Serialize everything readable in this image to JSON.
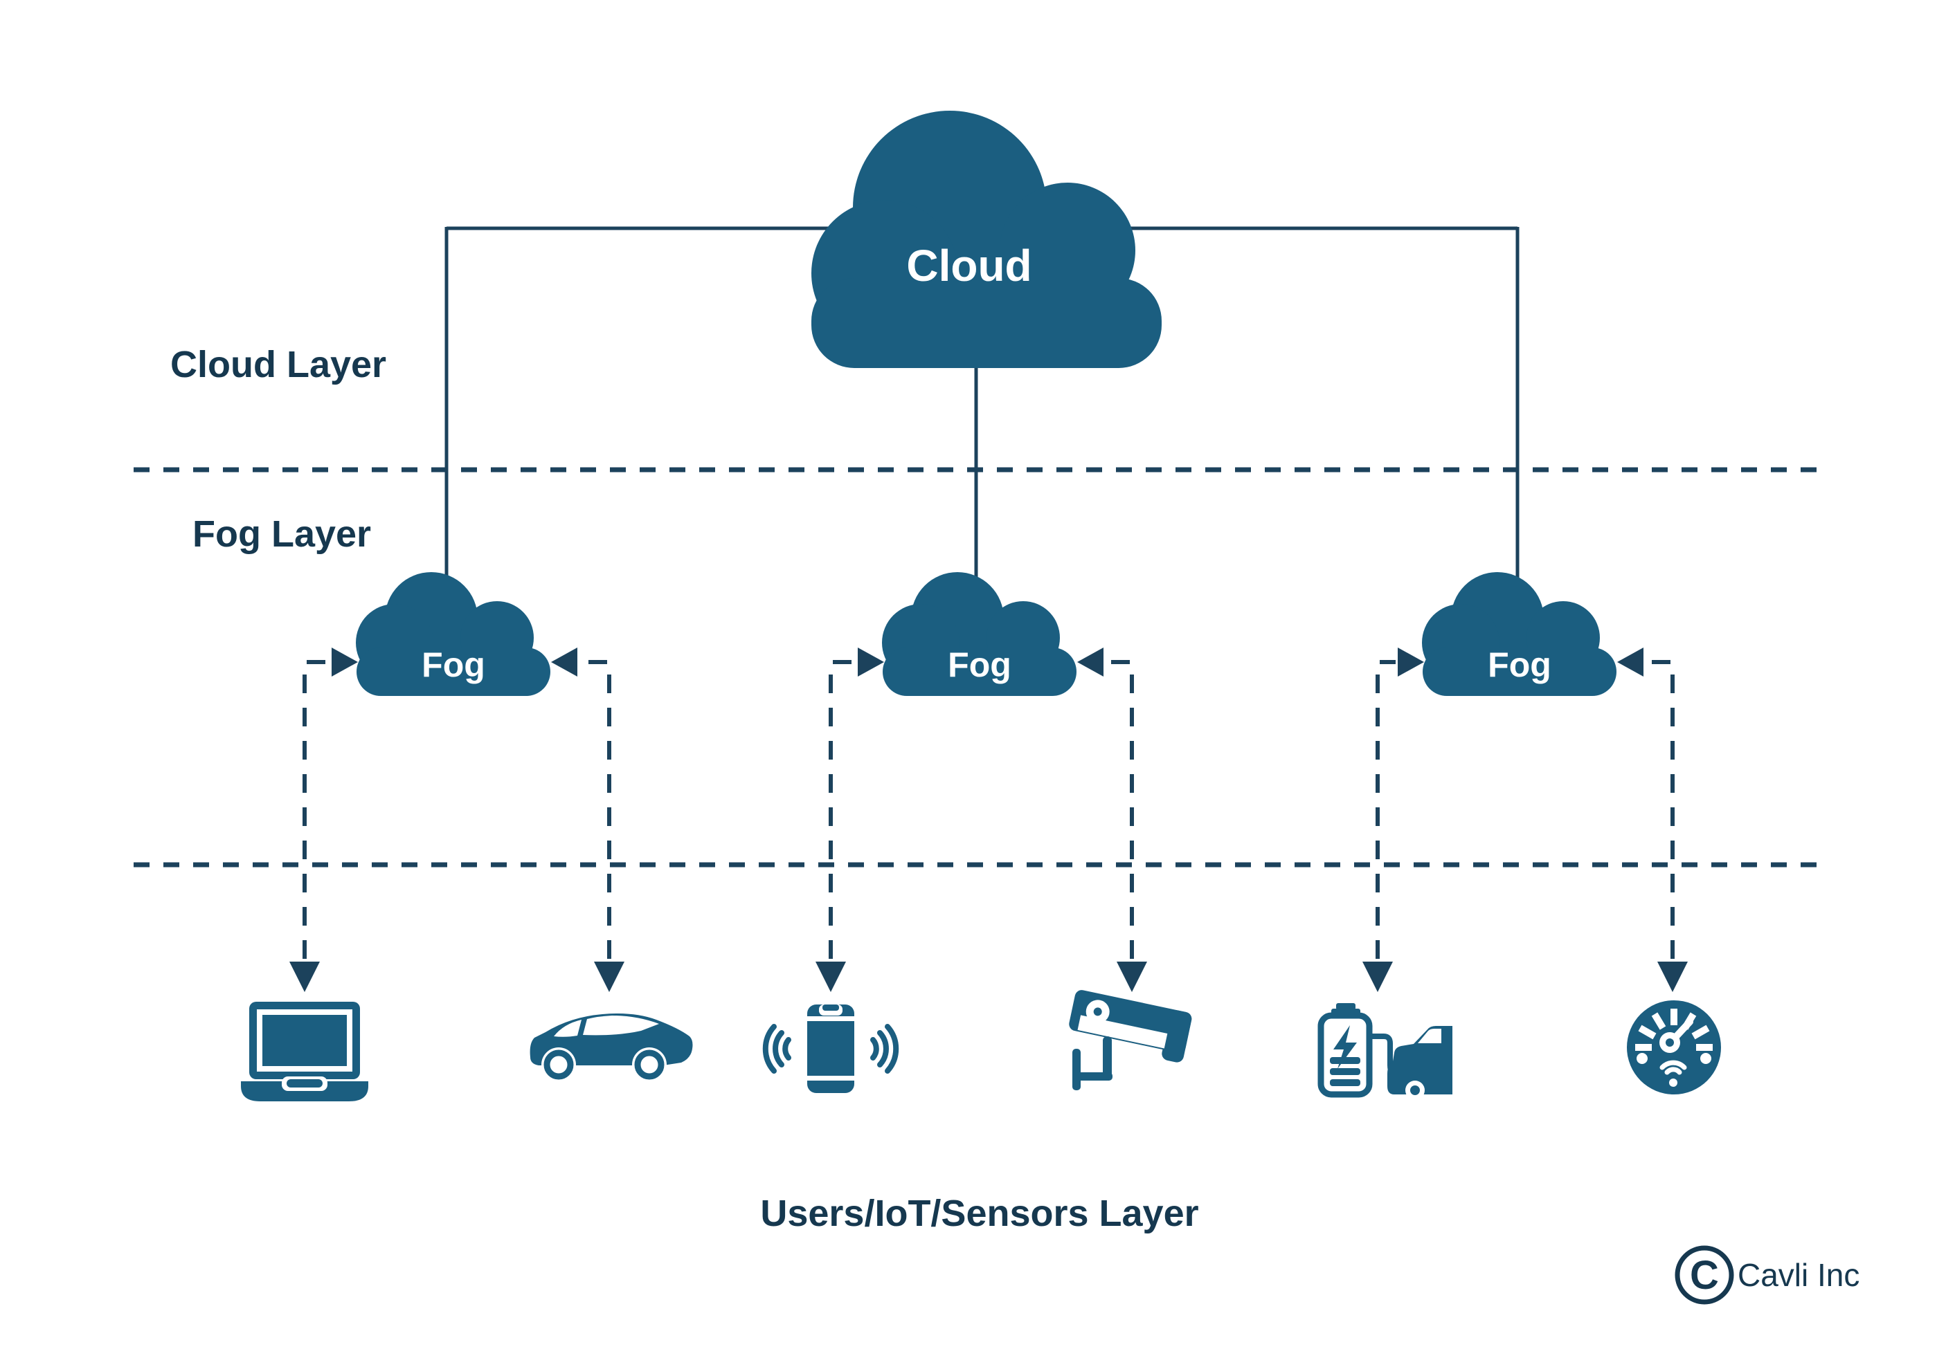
{
  "diagram": {
    "cloud_node": {
      "label": "Cloud"
    },
    "fog_nodes": [
      {
        "label": "Fog"
      },
      {
        "label": "Fog"
      },
      {
        "label": "Fog"
      }
    ],
    "layer_labels": {
      "cloud": "Cloud Layer",
      "fog": "Fog Layer",
      "users": "Users/IoT/Sensors Layer"
    },
    "devices": [
      {
        "icon": "laptop-icon"
      },
      {
        "icon": "car-icon"
      },
      {
        "icon": "smartphone-vibrate-icon"
      },
      {
        "icon": "cctv-camera-icon"
      },
      {
        "icon": "ev-charging-station-icon"
      },
      {
        "icon": "smart-speedometer-icon"
      }
    ],
    "branding": {
      "logo_letter": "C",
      "company_name": "Cavli Inc"
    },
    "colors": {
      "node_fill": "#1b5e80",
      "line": "#1c425c",
      "text_dark": "#16384f",
      "background": "#ffffff"
    }
  }
}
